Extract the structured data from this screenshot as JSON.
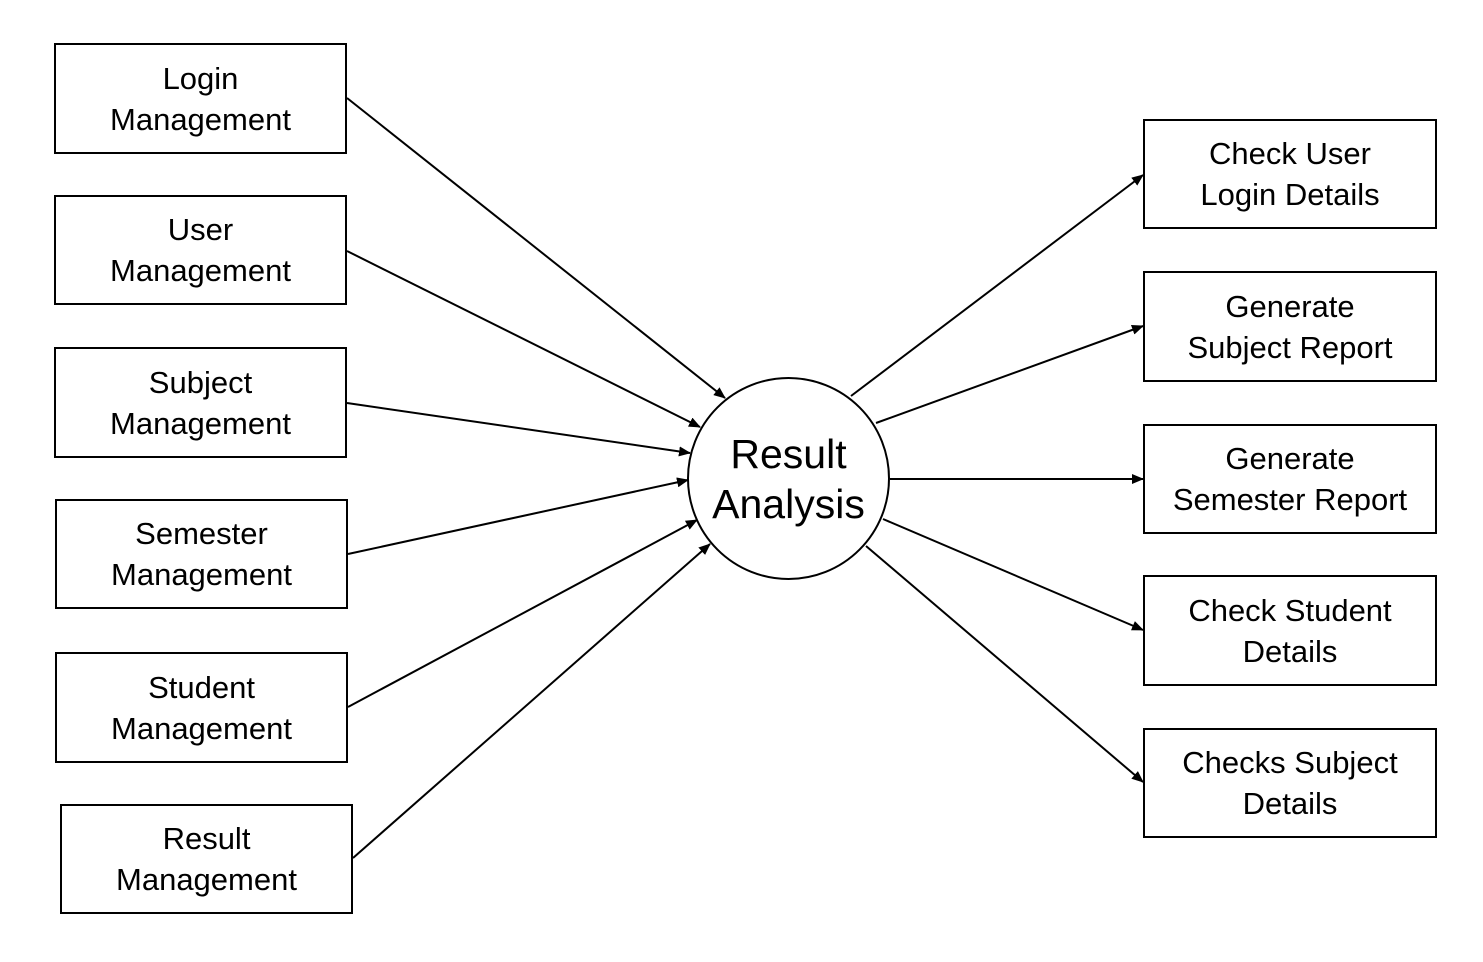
{
  "center": {
    "lines": [
      "Result",
      "Analysis"
    ]
  },
  "inputs": [
    {
      "lines": [
        "Login",
        "Management"
      ]
    },
    {
      "lines": [
        "User",
        "Management"
      ]
    },
    {
      "lines": [
        "Subject",
        "Management"
      ]
    },
    {
      "lines": [
        "Semester",
        "Management"
      ]
    },
    {
      "lines": [
        "Student",
        "Management"
      ]
    },
    {
      "lines": [
        "Result",
        "Management"
      ]
    }
  ],
  "outputs": [
    {
      "lines": [
        "Check User",
        "Login Details"
      ]
    },
    {
      "lines": [
        "Generate",
        "Subject Report"
      ]
    },
    {
      "lines": [
        "Generate",
        "Semester Report"
      ]
    },
    {
      "lines": [
        "Check Student",
        "Details"
      ]
    },
    {
      "lines": [
        "Checks Subject",
        "Details"
      ]
    }
  ],
  "colors": {
    "stroke": "#000000",
    "fill": "#ffffff"
  }
}
